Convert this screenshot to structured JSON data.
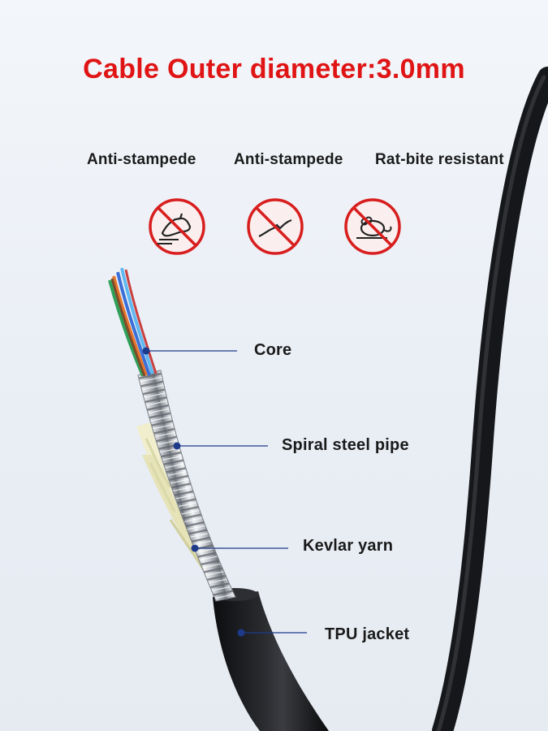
{
  "title": "Cable Outer diameter:3.0mm",
  "features": [
    {
      "label": "Anti-stampede",
      "icon": "no-foot-step-icon"
    },
    {
      "label": "Anti-stampede",
      "icon": "no-crush-icon"
    },
    {
      "label": "Rat-bite resistant",
      "icon": "no-rat-icon"
    }
  ],
  "callouts": [
    {
      "label": "Core"
    },
    {
      "label": "Spiral steel pipe"
    },
    {
      "label": "Kevlar yarn"
    },
    {
      "label": "TPU jacket"
    }
  ],
  "colors": {
    "title": "#e01414",
    "prohibition": "#d81e1e",
    "jacket": "#1c1d20",
    "leader": "#1e3a8a"
  }
}
